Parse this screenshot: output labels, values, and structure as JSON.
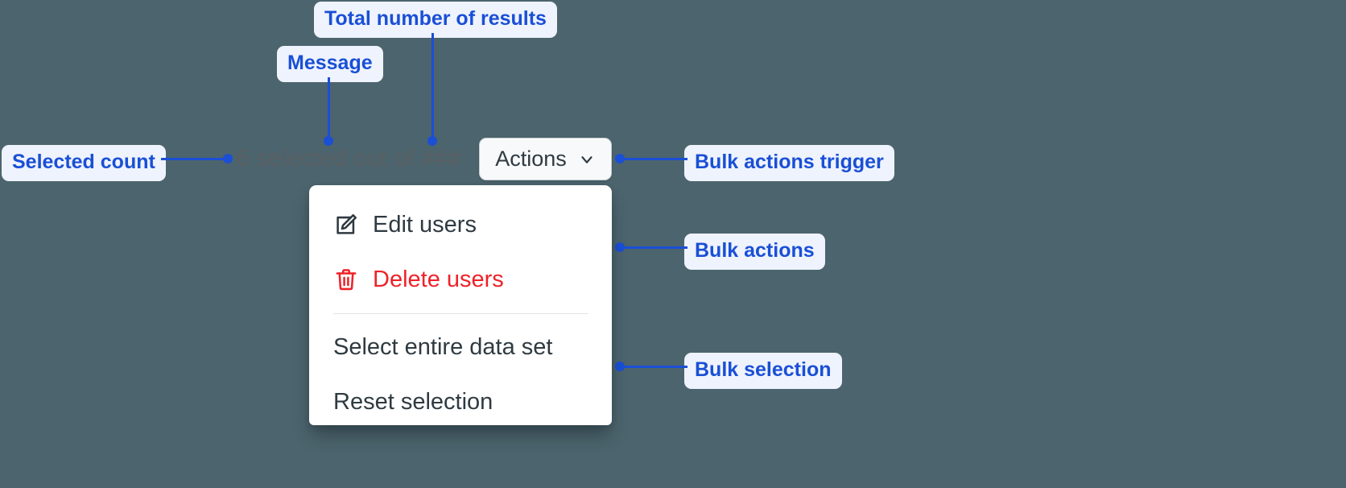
{
  "canvas": {
    "background_color": "#4c646d",
    "accent_color": "#1a4fd6",
    "chip_background_color": "#eef3fd",
    "danger_color": "#ee2229"
  },
  "annotations": [
    {
      "id": "total-results",
      "label": "Total number of results"
    },
    {
      "id": "message",
      "label": "Message"
    },
    {
      "id": "selected-count",
      "label": "Selected count"
    },
    {
      "id": "bulk-trigger",
      "label": "Bulk actions trigger"
    },
    {
      "id": "bulk-actions",
      "label": "Bulk actions"
    },
    {
      "id": "bulk-selection",
      "label": "Bulk selection"
    }
  ],
  "toolbar": {
    "selection_message": "6 selected out of ###",
    "selected_count": "6",
    "message_text": "selected out of",
    "total_results_placeholder": "###",
    "actions_label": "Actions",
    "chevron_icon": "chevron-down-icon"
  },
  "menu": {
    "bulk_actions": [
      {
        "label": "Edit users",
        "icon": "edit-icon",
        "variant": "default"
      },
      {
        "label": "Delete users",
        "icon": "trash-icon",
        "variant": "danger"
      }
    ],
    "bulk_selection": [
      {
        "label": "Select entire data set",
        "icon": "none",
        "variant": "default"
      },
      {
        "label": "Reset selection",
        "icon": "none",
        "variant": "default"
      }
    ]
  }
}
